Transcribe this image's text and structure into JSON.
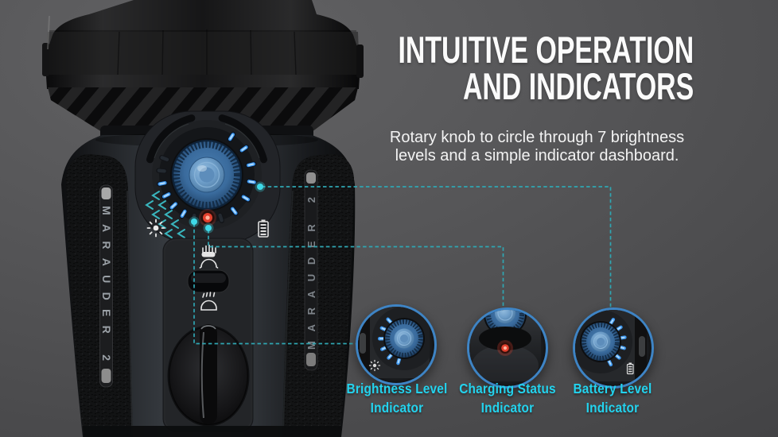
{
  "heading": {
    "line1": "INTUITIVE OPERATION",
    "line2": "AND INDICATORS"
  },
  "subtitle": {
    "line1": "Rotary knob to circle through 7 brightness",
    "line2": "levels and a simple indicator dashboard."
  },
  "flashlight": {
    "model_label_left": "MARAUDER 2",
    "model_label_right": "MARAUDER 2"
  },
  "callouts": [
    {
      "id": "brightness",
      "line1": "Brightness Level",
      "line2": "Indicator"
    },
    {
      "id": "charging",
      "line1": "Charging Status",
      "line2": "Indicator"
    },
    {
      "id": "battery",
      "line1": "Battery Level",
      "line2": "Indicator"
    }
  ],
  "colors": {
    "background": "#535355",
    "title_white": "#fbfbfb",
    "accent_cyan": "#23d3ee",
    "callout_line_teal": "#2fa6b2",
    "callout_dot_cyan": "#3fd9e8",
    "knob_blue": "#3a6b9d",
    "led_blue": "#3e97ee",
    "led_red": "#e2402e",
    "heat_wave_teal": "#3cc6cf"
  }
}
